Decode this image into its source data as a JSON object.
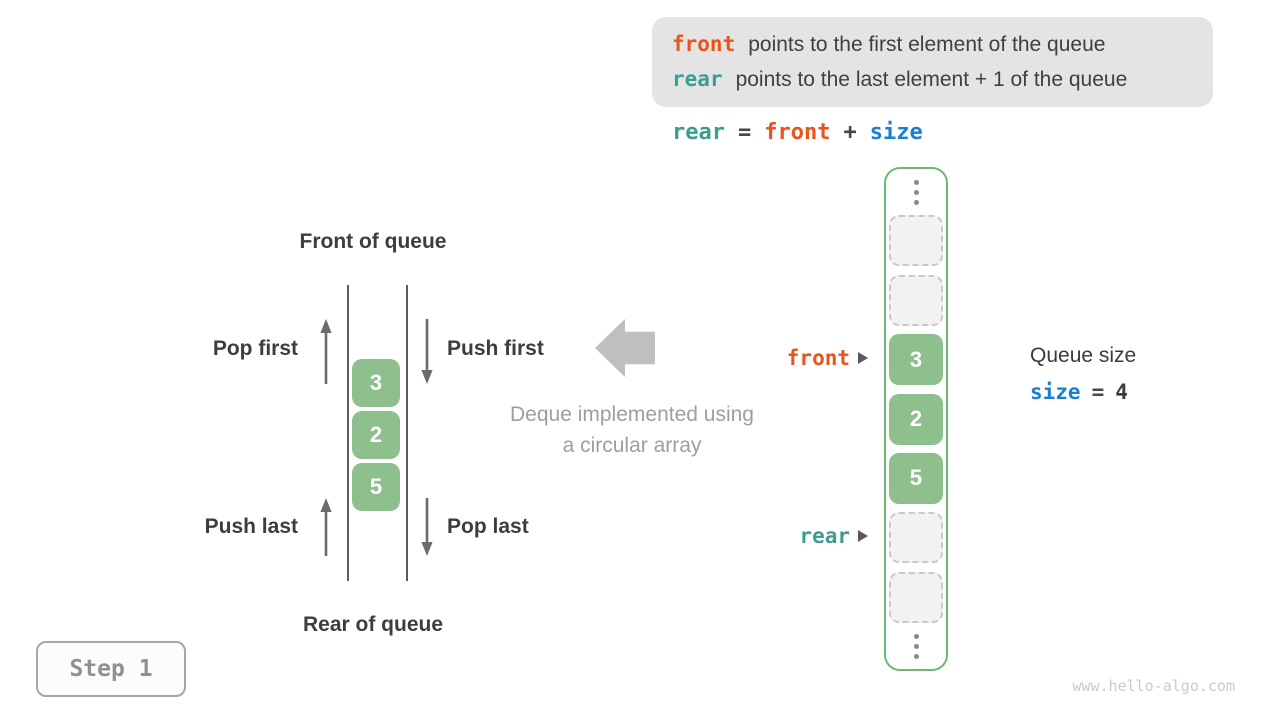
{
  "legend": {
    "lines": [
      {
        "code": "front",
        "text": "points to the first element of the queue"
      },
      {
        "code": "rear",
        "text": "points to the last element + 1 of the queue"
      }
    ]
  },
  "formula": {
    "tokens": [
      {
        "text": "rear"
      },
      {
        "text": "="
      },
      {
        "text": "front"
      },
      {
        "text": "+"
      },
      {
        "text": "size"
      }
    ]
  },
  "deque_diagram": {
    "front_label": "Front of queue",
    "rear_label": "Rear of queue",
    "pop_first": "Pop first",
    "push_first": "Push first",
    "push_last": "Push last",
    "pop_last": "Pop last",
    "values": [
      "3",
      "2",
      "5"
    ]
  },
  "middle_caption": {
    "line1": "Deque implemented using",
    "line2": "a circular array"
  },
  "array_column": {
    "cells": [
      {
        "type": "ellipsis"
      },
      {
        "type": "empty"
      },
      {
        "type": "empty"
      },
      {
        "type": "filled",
        "value": "3",
        "pointer": "front"
      },
      {
        "type": "filled",
        "value": "2"
      },
      {
        "type": "filled",
        "value": "5"
      },
      {
        "type": "empty",
        "pointer": "rear"
      },
      {
        "type": "empty"
      },
      {
        "type": "ellipsis"
      }
    ],
    "front_pointer": "front",
    "rear_pointer": "rear"
  },
  "queue_size": {
    "title": "Queue size",
    "var": "size",
    "equals": "=",
    "value": "4"
  },
  "step_badge": "Step 1",
  "watermark": "www.hello-algo.com",
  "colors": {
    "orange": "#e8541c",
    "teal": "#3c9e8f",
    "blue": "#1880d4",
    "green": "#8dc08d",
    "green-border": "#6eb873",
    "ink": "#3c3c3c",
    "muted": "#9e9e9e",
    "big-arrow": "#bfbfbf",
    "box-bg": "#e4e4e4"
  }
}
